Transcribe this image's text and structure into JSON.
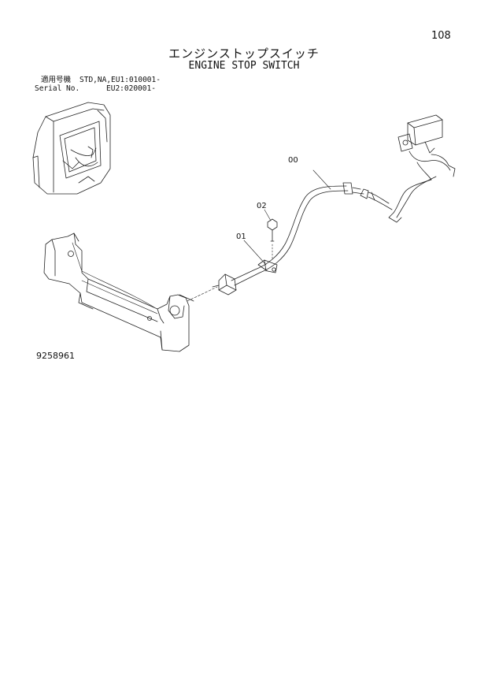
{
  "page_number": "108",
  "title_jp": "エンジンストップスイッチ",
  "title_en": "ENGINE STOP SWITCH",
  "serial": {
    "label_jp": "適用号機",
    "label_en": "Serial No.",
    "line1": "STD,NA,EU1:010001-",
    "line2": "EU2:020001-"
  },
  "callouts": [
    "00",
    "02",
    "01"
  ],
  "figure_number": "9258961"
}
